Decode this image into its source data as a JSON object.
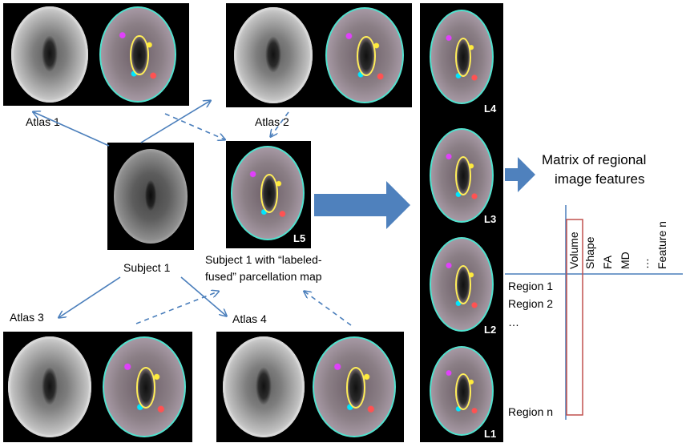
{
  "atlases": [
    {
      "label": "Atlas 1"
    },
    {
      "label": "Atlas 2"
    },
    {
      "label": "Atlas 3"
    },
    {
      "label": "Atlas 4"
    }
  ],
  "subject": {
    "label": "Subject 1"
  },
  "fused": {
    "line1": "Subject 1 with “labeled-",
    "line2": "fused” parcellation map",
    "panel_label": "L5"
  },
  "levels": [
    "L4",
    "L3",
    "L2",
    "L1"
  ],
  "matrix": {
    "title_line1": "Matrix of regional",
    "title_line2": "image features",
    "features": [
      "Volume",
      "Shape",
      "FA",
      "MD",
      "…",
      "Feature n"
    ],
    "regions": [
      "Region 1",
      "Region 2",
      "…",
      "Region n"
    ]
  },
  "colors": {
    "arrow": "#4a7ebb",
    "big_arrow": "#4f81bd",
    "highlight_box": "#c0504d"
  }
}
